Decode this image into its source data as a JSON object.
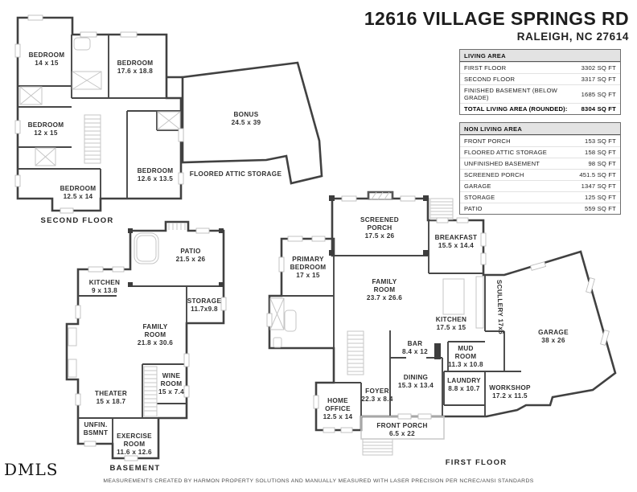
{
  "header": {
    "title": "12616 VILLAGE SPRINGS RD",
    "subtitle": "RALEIGH, NC 27614"
  },
  "tables": {
    "living": {
      "header": "LIVING AREA",
      "rows": [
        {
          "label": "FIRST FLOOR",
          "value": "3302 SQ FT"
        },
        {
          "label": "SECOND FLOOR",
          "value": "3317 SQ FT"
        },
        {
          "label": "FINISHED BASEMENT (BELOW GRADE)",
          "value": "1685 SQ FT"
        },
        {
          "label": "TOTAL LIVING AREA (ROUNDED):",
          "value": "8304 SQ FT"
        }
      ]
    },
    "non_living": {
      "header": "NON LIVING AREA",
      "rows": [
        {
          "label": "FRONT PORCH",
          "value": "153 SQ FT"
        },
        {
          "label": "FLOORED ATTIC STORAGE",
          "value": "158 SQ FT"
        },
        {
          "label": "UNFINISHED BASEMENT",
          "value": "98 SQ FT"
        },
        {
          "label": "SCREENED PORCH",
          "value": "451.5 SQ FT"
        },
        {
          "label": "GARAGE",
          "value": "1347 SQ FT"
        },
        {
          "label": "STORAGE",
          "value": "125 SQ FT"
        },
        {
          "label": "PATIO",
          "value": "559 SQ FT"
        }
      ]
    }
  },
  "floors": {
    "second": {
      "label": "SECOND FLOOR",
      "rooms": [
        {
          "lines": [
            "BEDROOM",
            "14 x 15"
          ]
        },
        {
          "lines": [
            "BEDROOM",
            "17.6 x 18.8"
          ]
        },
        {
          "lines": [
            "BONUS",
            "24.5 x 39"
          ]
        },
        {
          "lines": [
            "BEDROOM",
            "12 x 15"
          ]
        },
        {
          "lines": [
            "BEDROOM",
            "12.5 x 14"
          ]
        },
        {
          "lines": [
            "BEDROOM",
            "12.6 x 13.5"
          ]
        },
        {
          "lines": [
            "FLOORED ATTIC STORAGE"
          ]
        }
      ]
    },
    "basement": {
      "label": "BASEMENT",
      "rooms": [
        {
          "lines": [
            "PATIO",
            "21.5 x 26"
          ]
        },
        {
          "lines": [
            "KITCHEN",
            "9 x 13.8"
          ]
        },
        {
          "lines": [
            "STORAGE",
            "11.7x9.8"
          ]
        },
        {
          "lines": [
            "FAMILY",
            "ROOM",
            "21.8 x 30.6"
          ]
        },
        {
          "lines": [
            "THEATER",
            "15 x 18.7"
          ]
        },
        {
          "lines": [
            "WINE",
            "ROOM",
            "15 x 7.4"
          ]
        },
        {
          "lines": [
            "UNFIN.",
            "BSMNT"
          ]
        },
        {
          "lines": [
            "EXERCISE",
            "ROOM",
            "11.6 x 12.6"
          ]
        }
      ]
    },
    "first": {
      "label": "FIRST FLOOR",
      "rooms": [
        {
          "lines": [
            "SCREENED",
            "PORCH",
            "17.5 x 26"
          ]
        },
        {
          "lines": [
            "BREAKFAST",
            "15.5 x 14.4"
          ]
        },
        {
          "lines": [
            "PRIMARY",
            "BEDROOM",
            "17 x 15"
          ]
        },
        {
          "lines": [
            "FAMILY",
            "ROOM",
            "23.7 x 26.6"
          ]
        },
        {
          "lines": [
            "KITCHEN",
            "17.5 x 15"
          ]
        },
        {
          "lines": [
            "SCULLERY 17x6"
          ]
        },
        {
          "lines": [
            "GARAGE",
            "38 x 26"
          ]
        },
        {
          "lines": [
            "BAR",
            "8.4 x 12"
          ]
        },
        {
          "lines": [
            "MUD",
            "ROOM",
            "11.3 x 10.8"
          ]
        },
        {
          "lines": [
            "DINING",
            "15.3 x 13.4"
          ]
        },
        {
          "lines": [
            "LAUNDRY",
            "8.8 x 10.7"
          ]
        },
        {
          "lines": [
            "WORKSHOP",
            "17.2 x 11.5"
          ]
        },
        {
          "lines": [
            "FOYER",
            "22.3 x 8.4"
          ]
        },
        {
          "lines": [
            "HOME",
            "OFFICE",
            "12.5 x 14"
          ]
        },
        {
          "lines": [
            "FRONT PORCH",
            "6.5 x 22"
          ]
        }
      ]
    }
  },
  "branding": {
    "logo": "DMLS"
  },
  "footer": {
    "text": "MEASUREMENTS CREATED BY HARMON PROPERTY SOLUTIONS AND MANUALLY MEASURED WITH LASER PRECISION PER NCREC/ANSI STANDARDS"
  },
  "colors": {
    "wall": "#414141",
    "window": "#bdbdbd",
    "fixture": "#c6c6c6",
    "text": "#303030"
  }
}
